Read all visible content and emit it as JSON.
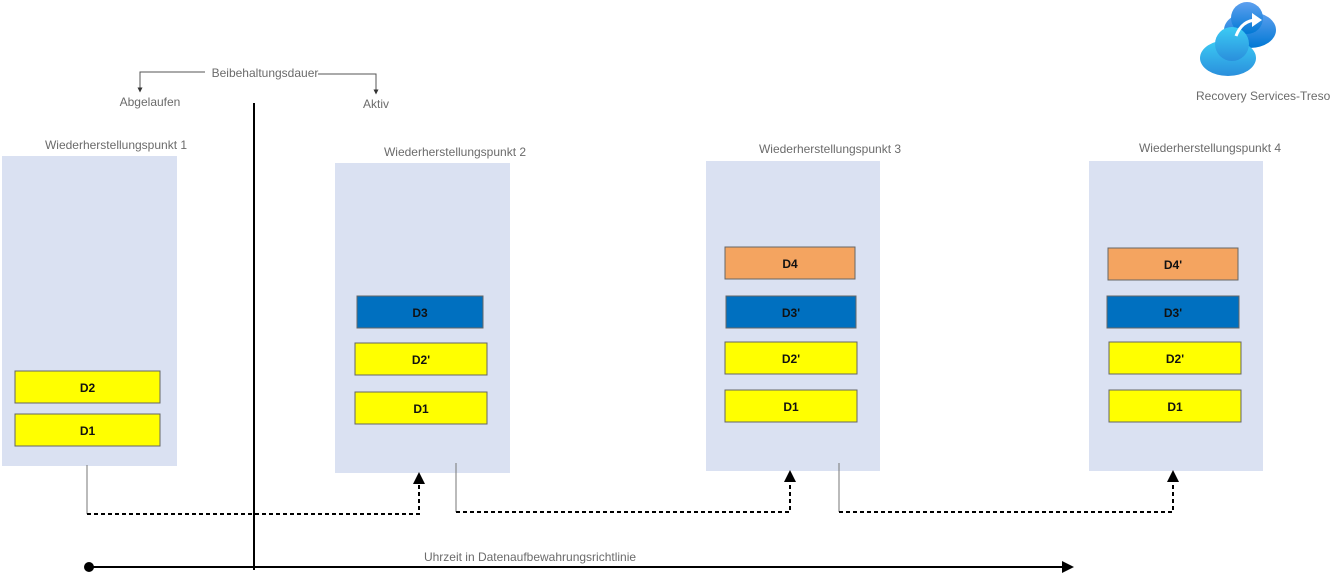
{
  "retention": {
    "label": "Beibehaltungsdauer",
    "expired_label": "Abgelaufen",
    "active_label": "Aktiv"
  },
  "vault": {
    "label": "Recovery Services-Tresor",
    "icon": "cloud-backup-icon"
  },
  "timeline": {
    "label": "Uhrzeit in Datenaufbewahrungsrichtlinie"
  },
  "colors": {
    "panel": "#dae1f2",
    "yellow": "#ffff00",
    "blue": "#0070c0",
    "orange": "#f4a460",
    "line": "#000000",
    "label": "#6b6b6b"
  },
  "recovery_points": [
    {
      "title": "Wiederherstellungspunkt 1",
      "disks": [
        {
          "label": "D2",
          "color": "yellow"
        },
        {
          "label": "D1",
          "color": "yellow"
        }
      ]
    },
    {
      "title": "Wiederherstellungspunkt 2",
      "disks": [
        {
          "label": "D3",
          "color": "blue"
        },
        {
          "label": "D2'",
          "color": "yellow"
        },
        {
          "label": "D1",
          "color": "yellow"
        }
      ]
    },
    {
      "title": "Wiederherstellungspunkt 3",
      "disks": [
        {
          "label": "D4",
          "color": "orange"
        },
        {
          "label": "D3'",
          "color": "blue"
        },
        {
          "label": "D2'",
          "color": "yellow"
        },
        {
          "label": "D1",
          "color": "yellow"
        }
      ]
    },
    {
      "title": "Wiederherstellungspunkt 4",
      "disks": [
        {
          "label": "D4'",
          "color": "orange"
        },
        {
          "label": "D3'",
          "color": "blue"
        },
        {
          "label": "D2'",
          "color": "yellow"
        },
        {
          "label": "D1",
          "color": "yellow"
        }
      ]
    }
  ]
}
